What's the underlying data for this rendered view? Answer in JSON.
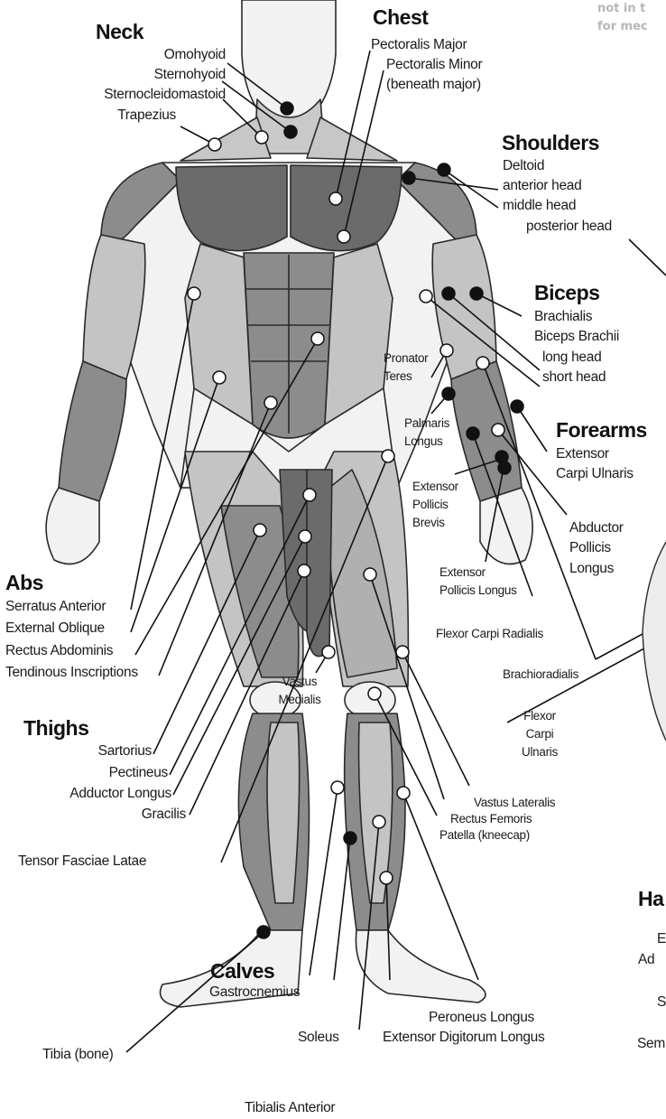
{
  "note": {
    "line1": "not in t",
    "line2": "for mec"
  },
  "groups": {
    "neck": {
      "title": "Neck",
      "omohyoid": "Omohyoid",
      "sternohyoid": "Sternohyoid",
      "sternocleidomastoid": "Sternocleidomastoid",
      "trapezius": "Trapezius"
    },
    "chest": {
      "title": "Chest",
      "pectoralis_major": "Pectoralis Major",
      "pectoralis_minor": "Pectoralis Minor",
      "pectoralis_minor_note": "(beneath major)"
    },
    "shoulders": {
      "title": "Shoulders",
      "deltoid": "Deltoid",
      "anterior_head": "anterior head",
      "middle_head": "middle head",
      "posterior_head": "posterior head"
    },
    "biceps": {
      "title": "Biceps",
      "brachialis": "Brachialis",
      "biceps_brachii": "Biceps Brachii",
      "long_head": "long head",
      "short_head": "short head"
    },
    "forearms": {
      "title": "Forearms",
      "pronator_teres": [
        "Pronator",
        "Teres"
      ],
      "palmaris_longus": [
        "Palmaris",
        "Longus"
      ],
      "extensor_carpi_ulnaris": [
        "Extensor",
        "Carpi Ulnaris"
      ],
      "extensor_pollicis_brevis": [
        "Extensor",
        "Pollicis",
        "Brevis"
      ],
      "abductor_pollicis_longus": [
        "Abductor",
        "Pollicis",
        "Longus"
      ],
      "extensor_pollicis_longus": [
        "Extensor",
        "Pollicis Longus"
      ],
      "flexor_carpi_radialis": "Flexor Carpi Radialis",
      "brachioradialis": "Brachioradialis",
      "flexor_carpi_ulnaris": [
        "Flexor",
        "Carpi",
        "Ulnaris"
      ]
    },
    "abs": {
      "title": "Abs",
      "serratus_anterior": "Serratus Anterior",
      "external_oblique": "External Oblique",
      "rectus_abdominis": "Rectus Abdominis",
      "tendinous_inscriptions": "Tendinous Inscriptions"
    },
    "thighs": {
      "title": "Thighs",
      "sartorius": "Sartorius",
      "pectineus": "Pectineus",
      "adductor_longus": "Adductor Longus",
      "gracilis": "Gracilis",
      "tensor_fasciae_latae": "Tensor Fasciae Latae",
      "vastus_medialis": [
        "Vastus",
        "Medialis"
      ],
      "vastus_lateralis": "Vastus Lateralis",
      "rectus_femoris": "Rectus Femoris",
      "patella": "Patella (kneecap)"
    },
    "calves": {
      "title": "Calves",
      "gastrocnemius": "Gastrocnemius",
      "soleus": "Soleus",
      "tibialis_anterior": "Tibialis Anterior",
      "peroneus_longus": "Peroneus Longus",
      "extensor_digitorum_longus": "Extensor Digitorum Longus",
      "tibia": "Tibia (bone)"
    },
    "hamstrings_partial": {
      "title": "Ha",
      "l1": "E",
      "l2": "Ad",
      "l3": "S",
      "l4": "Sem"
    }
  },
  "colors": {
    "muscle_dark": "#6b6b6b",
    "muscle_mid": "#8c8c8c",
    "muscle_light": "#c4c4c4",
    "skin": "#f2f2f2",
    "outline": "#2a2a2a",
    "note_gray": "#b7b7b7"
  }
}
